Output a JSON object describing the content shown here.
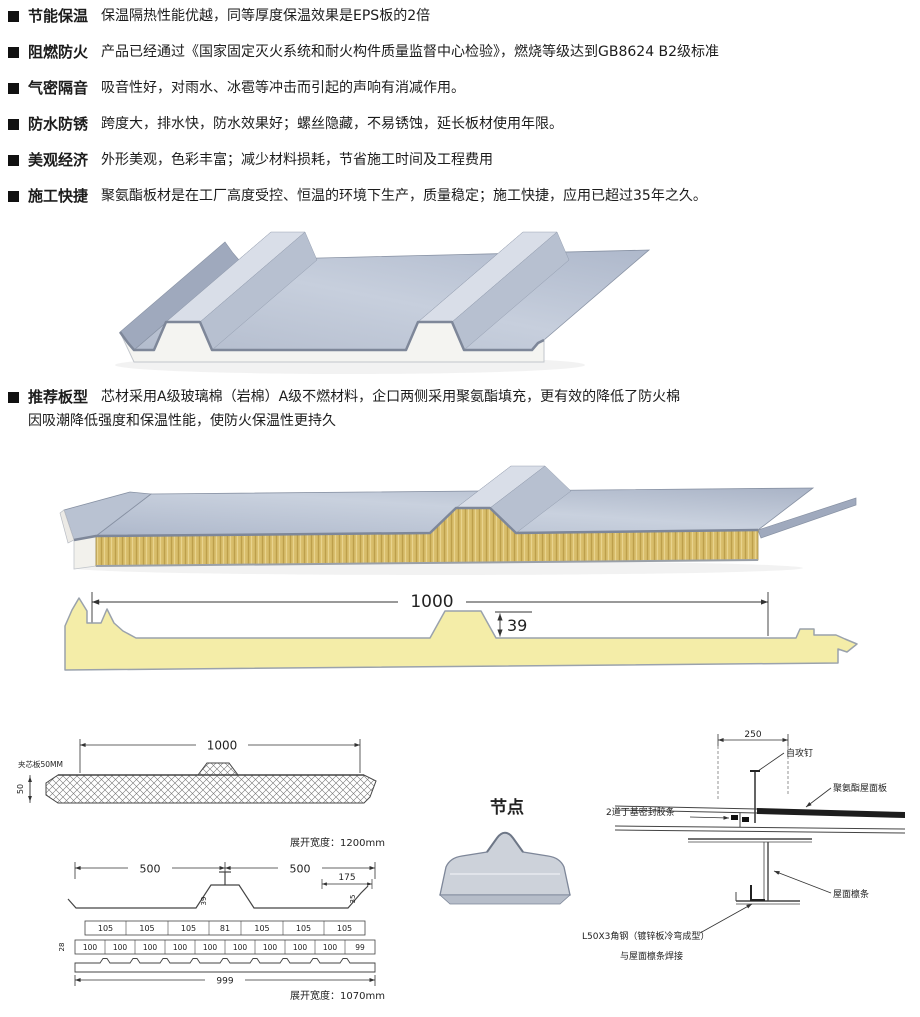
{
  "page": {
    "background": "#ffffff"
  },
  "colors": {
    "text": "#1c1c1c",
    "metal_panel": "#b7c0d0",
    "rockwool_core": "#d8bd6a",
    "profile_fill": "#f4eda8",
    "drawing_line": "#333333"
  },
  "features": [
    {
      "label": "节能保温",
      "text": "保温隔热性能优越，同等厚度保温效果是EPS板的2倍"
    },
    {
      "label": "阻燃防火",
      "text": "产品已经通过《国家固定灭火系统和耐火构件质量监督中心检验》，燃烧等级达到GB8624 B2级标准"
    },
    {
      "label": "气密隔音",
      "text": "吸音性好，对雨水、冰雹等冲击而引起的声响有消减作用。"
    },
    {
      "label": "防水防锈",
      "text": "跨度大，排水快，防水效果好；螺丝隐藏，不易锈蚀，延长板材使用年限。"
    },
    {
      "label": "美观经济",
      "text": "外形美观，色彩丰富；减少材料损耗，节省施工时间及工程费用"
    },
    {
      "label": "施工快捷",
      "text": "聚氨酯板材是在工厂高度受控、恒温的环境下生产，质量稳定；施工快捷，应用已超过35年之久。"
    }
  ],
  "recommended": {
    "label": "推荐板型",
    "line1": "芯材采用A级玻璃棉（岩棉）A级不燃材料，企口两侧采用聚氨酯填充，更有效的降低了防火棉",
    "line2": "因吸潮降低强度和保温性能，使防火保温性更持久"
  },
  "profile_diagram": {
    "width_dim": "1000",
    "height_dim": "39"
  },
  "drawing_top_left": {
    "width_dim": "1000",
    "core_note": "夹芯板50MM",
    "height_dim": "50",
    "expanded_width": "展开宽度：1200mm"
  },
  "drawing_bottom_left": {
    "dim_left": "500",
    "dim_right": "500",
    "dim_175": "175",
    "dim_39": "39",
    "dim_35": "35",
    "dim_28": "28",
    "row1": [
      "105",
      "105",
      "105",
      "81",
      "105",
      "105",
      "105"
    ],
    "row2": [
      "100",
      "100",
      "100",
      "100",
      "100",
      "100",
      "100",
      "100",
      "100",
      "99"
    ],
    "total_dim": "999",
    "expanded_width": "展开宽度：1070mm"
  },
  "node_detail": {
    "title": "节点"
  },
  "joint_detail": {
    "dim_250": "250",
    "screw_label": "自攻钉",
    "panel_label": "聚氨酯屋面板",
    "sealant_label": "2道丁基密封胶条",
    "purlin_label": "屋面檩条",
    "angle_label_line1": "L50X3角钢（镀锌板冷弯成型）",
    "angle_label_line2": "与屋面檩条焊接"
  }
}
